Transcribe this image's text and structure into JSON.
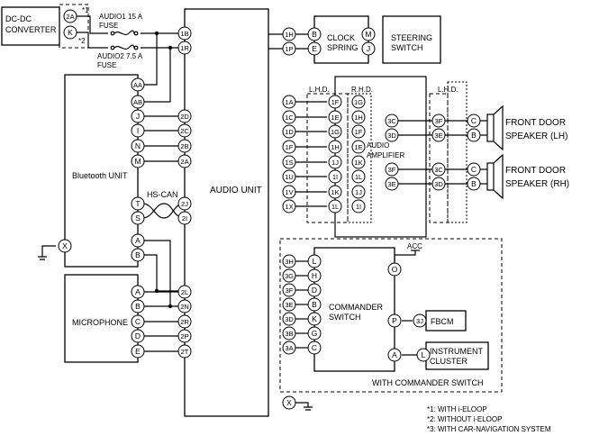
{
  "components": {
    "dcdc_converter": [
      "DC-DC",
      "CONVERTER"
    ],
    "fuse1": [
      "AUDIO1 15 A",
      "FUSE"
    ],
    "fuse2": [
      "AUDIO2 7.5 A",
      "FUSE"
    ],
    "bluetooth_unit": "Bluetooth UNIT",
    "hs_can": "HS-CAN",
    "microphone": "MICROPHONE",
    "audio_unit": "AUDIO UNIT",
    "clock_spring": [
      "CLOCK",
      "SPRING"
    ],
    "steering_switch": [
      "STEERING",
      "SWITCH"
    ],
    "audio_amplifier": [
      "AUDIO",
      "AMPLIFIER"
    ],
    "lhd1": "L.H.D.",
    "rhd": "R.H.D.",
    "lhd2": "L.H.D.",
    "front_door_lh": [
      "FRONT DOOR",
      "SPEAKER (LH)"
    ],
    "front_door_rh": [
      "FRONT DOOR",
      "SPEAKER (RH)"
    ],
    "commander_switch": [
      "COMMANDER",
      "SWITCH"
    ],
    "acc": "ACC",
    "fbcm": "FBCM",
    "instrument_cluster": [
      "INSTRUMENT",
      "CLUSTER"
    ],
    "with_commander": "WITH COMMANDER SWITCH",
    "mark1": "*1",
    "mark2": "*2"
  },
  "footnotes": [
    "*1: WITH i-ELOOP",
    "*2: WITHOUT i-ELOOP",
    "*3: WITH CAR-NAVIGATION SYSTEM"
  ],
  "pins": {
    "dcdc": [
      "2A",
      "K"
    ],
    "audio_top": [
      "1B",
      "1R"
    ],
    "clock_left": [
      "1H",
      "1P"
    ],
    "clock_spring": [
      "B",
      "E"
    ],
    "clock_right": [
      "M",
      "J"
    ],
    "bt_left": [
      "AA",
      "AB",
      "J",
      "I",
      "N",
      "M",
      "T",
      "S",
      "A",
      "B",
      "X"
    ],
    "audio_bt": [
      "2D",
      "2C",
      "2B",
      "2A",
      "2J",
      "2I"
    ],
    "audio_amp": [
      "1A",
      "1C",
      "1D",
      "1F",
      "1S",
      "1U",
      "1V",
      "1X"
    ],
    "amp_lhd": [
      "1F",
      "1E",
      "1G",
      "1H",
      "1J",
      "1I",
      "1K",
      "1L"
    ],
    "amp_rhd": [
      "1G",
      "1H",
      "1F",
      "1E",
      "1K",
      "1L",
      "1J",
      "1I"
    ],
    "amp_out_lh": [
      "3C",
      "3D"
    ],
    "amp_out_rh": [
      "3F",
      "3E"
    ],
    "lhd2_lh": [
      "3F",
      "3E"
    ],
    "lhd2_rh": [
      "3C",
      "3D"
    ],
    "spk_lh": [
      "C",
      "B"
    ],
    "spk_rh": [
      "C",
      "B"
    ],
    "mic_pins": [
      "A",
      "B",
      "C",
      "D",
      "E"
    ],
    "audio_mic": [
      "2L",
      "2N",
      "2R",
      "2P",
      "2T"
    ],
    "cmd_left": [
      "3H",
      "3G",
      "3F",
      "3E",
      "3D",
      "3B",
      "3A"
    ],
    "cmd_pins": [
      "L",
      "H",
      "D",
      "B",
      "K",
      "G",
      "C"
    ],
    "cmd_right": [
      "O",
      "P",
      "A"
    ],
    "fbcm_pin": "3J",
    "ic_pin": "L",
    "audio_x": "X"
  }
}
